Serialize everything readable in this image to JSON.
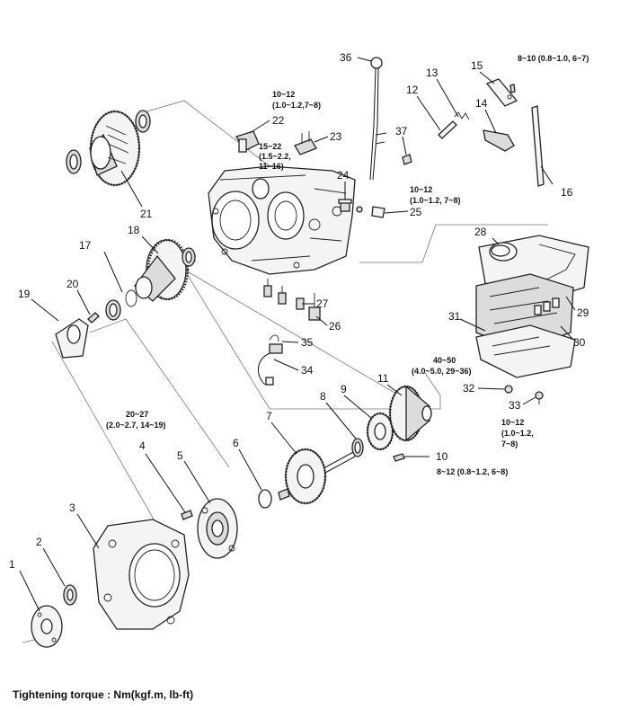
{
  "callouts": {
    "p1": "1",
    "p2": "2",
    "p3": "3",
    "p4": "4",
    "p5": "5",
    "p6": "6",
    "p7": "7",
    "p8": "8",
    "p9": "9",
    "p10": "10",
    "p11": "11",
    "p12": "12",
    "p13": "13",
    "p14": "14",
    "p15": "15",
    "p16": "16",
    "p17": "17",
    "p18": "18",
    "p19": "19",
    "p20": "20",
    "p21": "21",
    "p22": "22",
    "p23": "23",
    "p24": "24",
    "p25": "25",
    "p26": "26",
    "p27": "27",
    "p28": "28",
    "p29": "29",
    "p30": "30",
    "p31": "31",
    "p32": "32",
    "p33": "33",
    "p34": "34",
    "p35": "35",
    "p36": "36",
    "p37": "37"
  },
  "torques": {
    "t15": "8~10 (0.8~1.0, 6~7)",
    "t22": [
      "10~12",
      "(1.0~1.2,7~8)"
    ],
    "t23": [
      "15~22",
      "(1.5~2.2,",
      "11~16)"
    ],
    "t25": [
      "10~12",
      "(1.0~1.2, 7~8)"
    ],
    "t32": [
      "40~50",
      "(4.0~5.0, 29~36)"
    ],
    "t33": [
      "10~12",
      "(1.0~1.2,",
      "7~8)"
    ],
    "t4": [
      "20~27",
      "(2.0~2.7, 14~19)"
    ],
    "t10": [
      "8~12 (0.8~1.2, 6~8)"
    ]
  },
  "footer": "Tightening torque : Nm(kgf.m, lb-ft)"
}
